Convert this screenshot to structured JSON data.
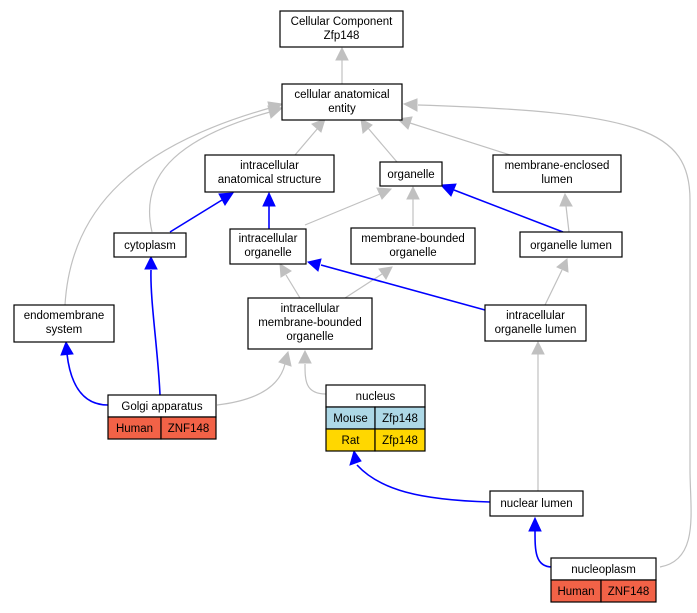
{
  "colors": {
    "gray_edge": "#c0c0c0",
    "blue_edge": "#0000ff",
    "human": "#f26247",
    "mouse": "#add8e6",
    "rat": "#ffd700"
  },
  "nodes": {
    "root": [
      "Cellular Component",
      "Zfp148"
    ],
    "cae": [
      "cellular anatomical",
      "entity"
    ],
    "ias": [
      "intracellular",
      "anatomical structure"
    ],
    "organelle": [
      "organelle"
    ],
    "mel": [
      "membrane-enclosed",
      "lumen"
    ],
    "cytoplasm": [
      "cytoplasm"
    ],
    "io": [
      "intracellular",
      "organelle"
    ],
    "mbo": [
      "membrane-bounded",
      "organelle"
    ],
    "ol": [
      "organelle lumen"
    ],
    "endo": [
      "endomembrane",
      "system"
    ],
    "imbo": [
      "intracellular",
      "membrane-bounded",
      "organelle"
    ],
    "iol": [
      "intracellular",
      "organelle lumen"
    ],
    "golgi": [
      "Golgi apparatus"
    ],
    "nucleus": [
      "nucleus"
    ],
    "nl": [
      "nuclear lumen"
    ],
    "np": [
      "nucleoplasm"
    ]
  },
  "annotations": {
    "golgi": [
      [
        "Human",
        "ZNF148"
      ]
    ],
    "nucleus": [
      [
        "Mouse",
        "Zfp148"
      ],
      [
        "Rat",
        "Zfp148"
      ]
    ],
    "np": [
      [
        "Human",
        "ZNF148"
      ]
    ]
  }
}
